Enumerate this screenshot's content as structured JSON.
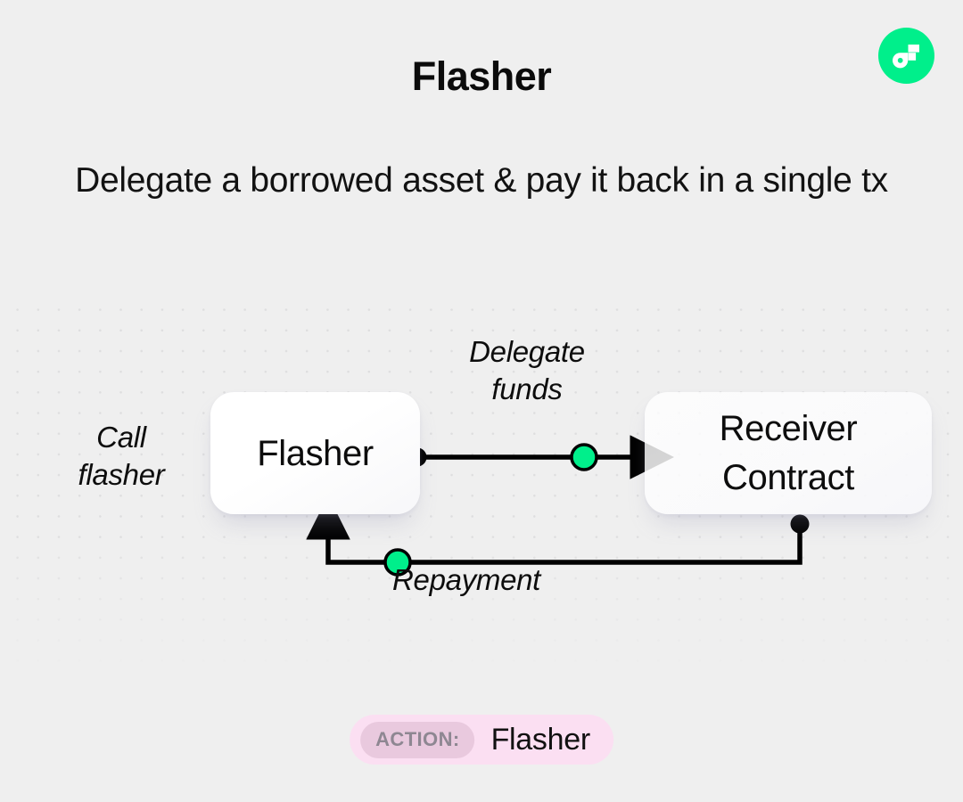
{
  "brand": {
    "logo_icon": "flow-logo-icon",
    "logo_color": "#00EF8B"
  },
  "header": {
    "title": "Flasher",
    "subtitle": "Delegate a borrowed asset\n& pay it back in a single tx"
  },
  "diagram": {
    "background": "#EFEFEF",
    "dot_grid_color": "#DEDEDF",
    "node_accent_color": "#00EF8B",
    "connector_color": "#000000",
    "nodes": [
      {
        "id": "flasher",
        "label": "Flasher"
      },
      {
        "id": "receiver",
        "label": "Receiver\nContract"
      }
    ],
    "labels": [
      {
        "id": "call-flasher",
        "text": "Call\nflasher"
      },
      {
        "id": "delegate-funds",
        "text": "Delegate\nfunds"
      },
      {
        "id": "repayment",
        "text": "Repayment"
      }
    ]
  },
  "footer": {
    "badge": {
      "chip_label": "ACTION:",
      "value": "Flasher",
      "background": "#FBDFF2",
      "chip_background": "#E9C9DE"
    }
  }
}
